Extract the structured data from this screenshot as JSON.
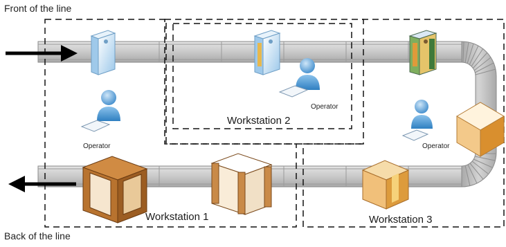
{
  "labels": {
    "front": "Front of the line",
    "back": "Back of the line"
  },
  "workstations": [
    {
      "label": "Workstation 1"
    },
    {
      "label": "Workstation 2"
    },
    {
      "label": "Workstation 3"
    }
  ],
  "operators": [
    {
      "label": "Operator"
    },
    {
      "label": "Operator"
    },
    {
      "label": "Operator"
    }
  ],
  "colors": {
    "conveyor": "#cfcfcf",
    "conveyor_edge": "#8a8a8a",
    "operator": "#4b9ad6",
    "box": "#e3a24e",
    "crate": "#b8732f",
    "arrow": "#000000"
  },
  "icons": [
    "flow-arrow-in-icon",
    "flow-arrow-out-icon",
    "operator-icon",
    "server-unit-icon",
    "box-icon",
    "crate-icon"
  ]
}
